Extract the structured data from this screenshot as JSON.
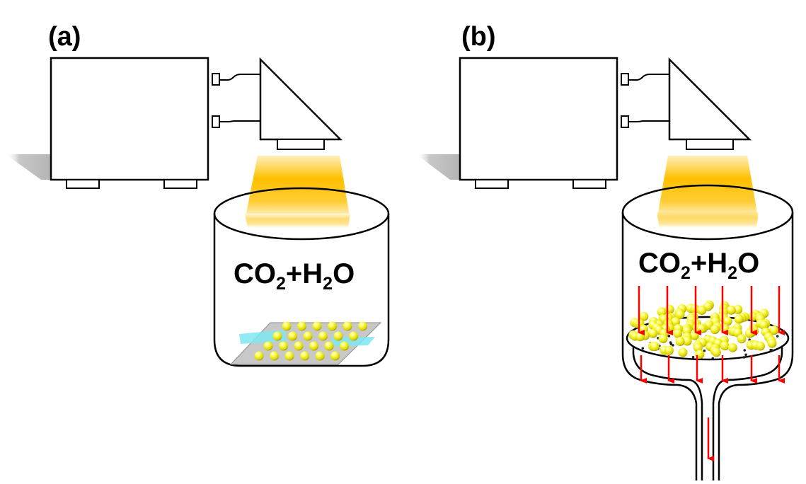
{
  "panels": [
    {
      "id": "a",
      "label": "(a)",
      "reaction": {
        "lhs1": "CO",
        "sub1": "2",
        "plus": "+",
        "lhs2": "H",
        "sub2": "2",
        "tail": "O"
      }
    },
    {
      "id": "b",
      "label": "(b)",
      "reaction": {
        "lhs1": "CO",
        "sub1": "2",
        "plus": "+",
        "lhs2": "H",
        "sub2": "2",
        "tail": "O"
      }
    }
  ],
  "colors": {
    "lamp_light": "#ffc000",
    "particle": "#ffff33",
    "substrate": "#c8c8c8",
    "flow_arrow": "#ff0000",
    "cyan_beam": "#7fe8f0"
  }
}
